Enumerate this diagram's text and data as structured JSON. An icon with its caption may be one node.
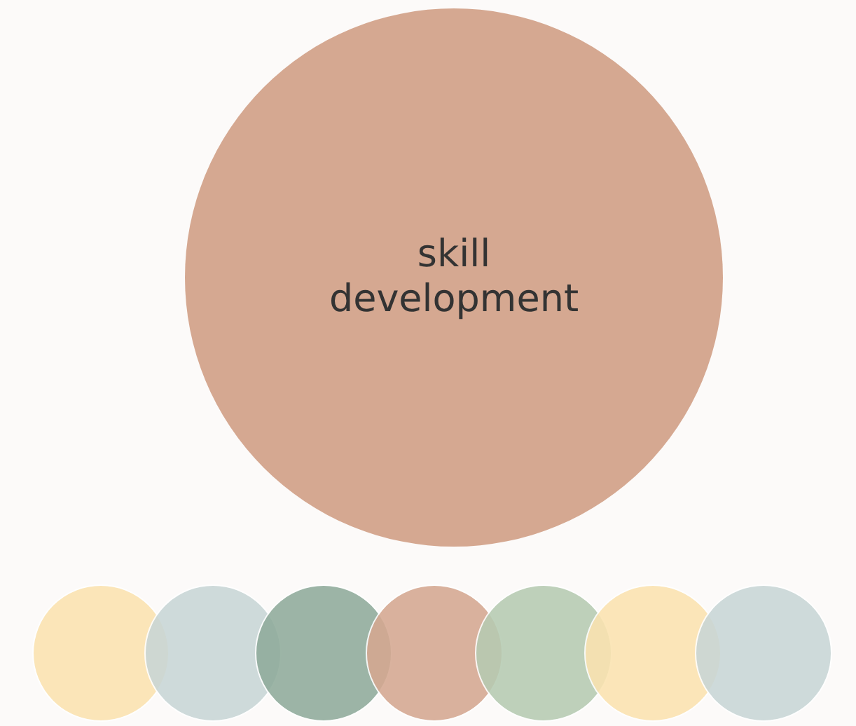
{
  "diagram": {
    "nodes": [
      {
        "text": [
          "skill development"
        ]
      },
      {
        "text": [],
        "shape": "circle"
      },
      {
        "text": [],
        "shape": "circle"
      },
      {
        "text": [],
        "shape": "circle"
      },
      {
        "text": [],
        "shape": "circle"
      },
      {
        "text": [],
        "shape": "circle"
      },
      {
        "text": [],
        "shape": "circle"
      },
      {
        "text": [],
        "shape": "circle"
      }
    ]
  }
}
